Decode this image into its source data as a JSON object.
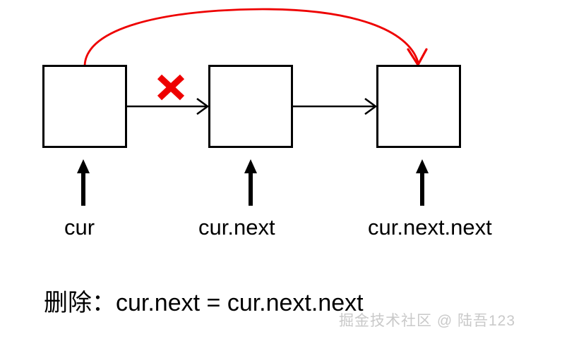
{
  "diagram": {
    "title_caption": "删除：cur.next = cur.next.next",
    "nodes": [
      {
        "id": "cur",
        "label": "",
        "pointer_label": "cur"
      },
      {
        "id": "cur-next",
        "label": "",
        "pointer_label": "cur.next"
      },
      {
        "id": "cur-next-next",
        "label": "",
        "pointer_label": "cur.next.next"
      }
    ],
    "links": [
      {
        "from": "cur",
        "to": "cur-next",
        "state": "broken",
        "marker": "x-mark"
      },
      {
        "from": "cur-next",
        "to": "cur-next-next",
        "state": "intact",
        "marker": "none"
      },
      {
        "from": "cur",
        "to": "cur-next-next",
        "state": "new",
        "marker": "red-curved-arrow"
      }
    ],
    "colors": {
      "node_stroke": "#000000",
      "node_fill": "#ffffff",
      "arrow": "#000000",
      "new_link": "#ee0000",
      "x_mark": "#ee0000",
      "watermark": "#c9c9c9"
    }
  },
  "watermark": {
    "text": "掘金技术社区 @ 陆吾123"
  }
}
